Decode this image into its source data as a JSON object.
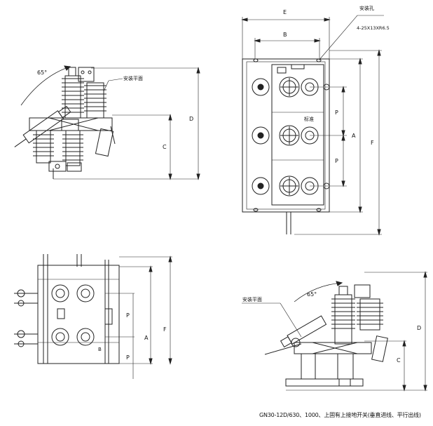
{
  "views": {
    "side_view_top": {
      "angle_label": "65°",
      "mounting_plane_label": "安装平面",
      "dim_labels": {
        "c": "C",
        "d": "D"
      }
    },
    "front_view": {
      "mounting_hole_label": "安装孔",
      "hole_spec": "4-25X13XR6.5",
      "dim_labels": {
        "e": "E",
        "b": "B",
        "p1": "P",
        "p2": "P",
        "a": "A",
        "f": "F"
      },
      "center_mark": "标准"
    },
    "front_view_small": {
      "dim_labels": {
        "p1": "P",
        "p2": "P",
        "a": "A",
        "f": "F",
        "b": "B"
      }
    },
    "side_view_bottom": {
      "angle_label": "65°",
      "mounting_plane_label": "安装平面",
      "dim_labels": {
        "c": "C",
        "d": "D"
      }
    }
  },
  "caption": "GN30-12D/630、1000、上固有上接地开关(垂直进线、平行出线)",
  "colors": {
    "line": "#222222",
    "light_line": "#555555",
    "background": "#ffffff"
  }
}
